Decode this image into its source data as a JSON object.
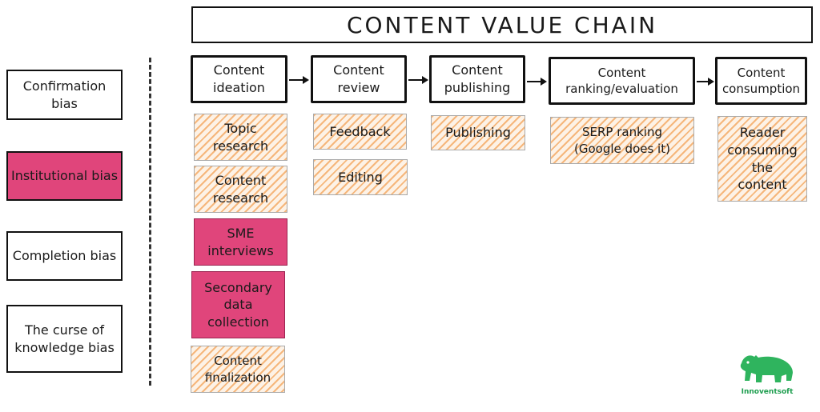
{
  "title": "CONTENT VALUE CHAIN",
  "biases": [
    {
      "label": "Confirmation bias",
      "highlight": false
    },
    {
      "label": "Institutional bias",
      "highlight": true
    },
    {
      "label": "Completion bias",
      "highlight": false
    },
    {
      "label": "The curse of knowledge bias",
      "highlight": false
    }
  ],
  "stages": [
    {
      "label": "Content ideation"
    },
    {
      "label": "Content review"
    },
    {
      "label": "Content publishing"
    },
    {
      "label": "Content ranking/evaluation"
    },
    {
      "label": "Content consumption"
    }
  ],
  "tasks": {
    "ideation": [
      {
        "label": "Topic research",
        "highlight": false
      },
      {
        "label": "Content research",
        "highlight": false
      },
      {
        "label": "SME interviews",
        "highlight": true
      },
      {
        "label": "Secondary data collection",
        "highlight": true
      },
      {
        "label": "Content finalization",
        "highlight": false
      }
    ],
    "review": [
      {
        "label": "Feedback",
        "highlight": false
      },
      {
        "label": "Editing",
        "highlight": false
      }
    ],
    "publishing": [
      {
        "label": "Publishing",
        "highlight": false
      }
    ],
    "ranking": [
      {
        "label": "SERP ranking (Google does it)",
        "highlight": false
      }
    ],
    "consumption": [
      {
        "label": "Reader consuming the content",
        "highlight": false
      }
    ]
  },
  "colors": {
    "highlight": "#e0457b",
    "task_hatch": "#f4ac68",
    "brand": "#1e9e4f"
  },
  "brand": {
    "name": "Innoventsoft",
    "icon": "bear-logo-icon"
  }
}
